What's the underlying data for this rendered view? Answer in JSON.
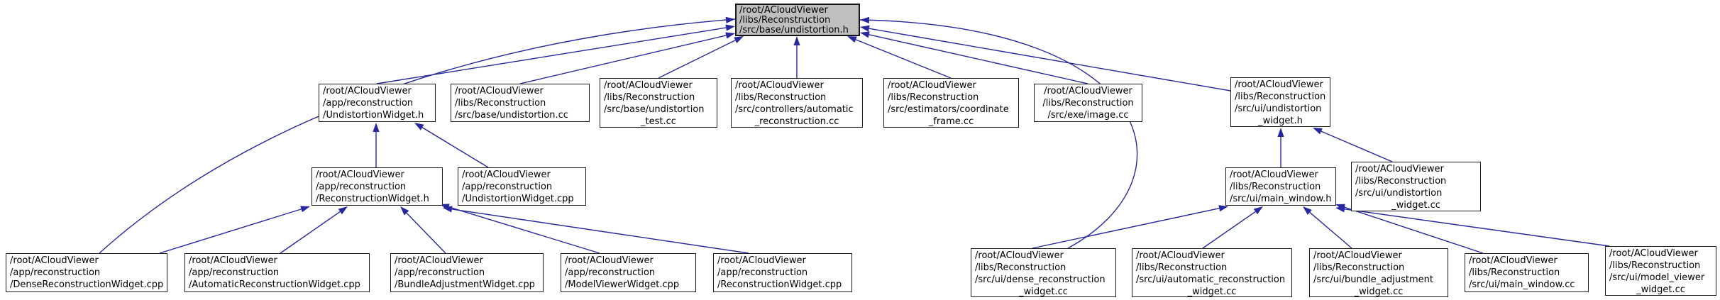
{
  "graph": {
    "kind": "include-dependency-graph",
    "colors": {
      "background": "#ffffff",
      "edge": "#27279f",
      "node_border": "#1c1c1c",
      "node_fill": "#ffffff",
      "root_node_fill": "#bfbfbf",
      "text": "#000000"
    },
    "nodes": [
      {
        "id": "undistortion_h",
        "highlighted": true,
        "lines": [
          "/root/ACloudViewer",
          "/libs/Reconstruction",
          "/src/base/undistortion.h"
        ]
      },
      {
        "id": "UndistortionWidget_h",
        "highlighted": false,
        "lines": [
          "/root/ACloudViewer",
          "/app/reconstruction",
          "/UndistortionWidget.h"
        ]
      },
      {
        "id": "undistortion_cc",
        "highlighted": false,
        "lines": [
          "/root/ACloudViewer",
          "/libs/Reconstruction",
          "/src/base/undistortion.cc"
        ]
      },
      {
        "id": "undistortion_test_cc",
        "highlighted": false,
        "lines": [
          "/root/ACloudViewer",
          "/libs/Reconstruction",
          "/src/base/undistortion",
          "_test.cc"
        ]
      },
      {
        "id": "automatic_reconstruction_cc",
        "highlighted": false,
        "lines": [
          "/root/ACloudViewer",
          "/libs/Reconstruction",
          "/src/controllers/automatic",
          "_reconstruction.cc"
        ]
      },
      {
        "id": "coordinate_frame_cc",
        "highlighted": false,
        "lines": [
          "/root/ACloudViewer",
          "/libs/Reconstruction",
          "/src/estimators/coordinate",
          "_frame.cc"
        ]
      },
      {
        "id": "image_cc",
        "highlighted": false,
        "lines": [
          "/root/ACloudViewer",
          "/libs/Reconstruction",
          "/src/exe/image.cc"
        ]
      },
      {
        "id": "ui_undistortion_widget_h",
        "highlighted": false,
        "lines": [
          "/root/ACloudViewer",
          "/libs/Reconstruction",
          "/src/ui/undistortion",
          "_widget.h"
        ]
      },
      {
        "id": "ReconstructionWidget_h",
        "highlighted": false,
        "lines": [
          "/root/ACloudViewer",
          "/app/reconstruction",
          "/ReconstructionWidget.h"
        ]
      },
      {
        "id": "UndistortionWidget_cpp",
        "highlighted": false,
        "lines": [
          "/root/ACloudViewer",
          "/app/reconstruction",
          "/UndistortionWidget.cpp"
        ]
      },
      {
        "id": "main_window_h",
        "highlighted": false,
        "lines": [
          "/root/ACloudViewer",
          "/libs/Reconstruction",
          "/src/ui/main_window.h"
        ]
      },
      {
        "id": "ui_undistortion_widget_cc",
        "highlighted": false,
        "lines": [
          "/root/ACloudViewer",
          "/libs/Reconstruction",
          "/src/ui/undistortion",
          "_widget.cc"
        ]
      },
      {
        "id": "DenseReconstructionWidget_cpp",
        "highlighted": false,
        "lines": [
          "/root/ACloudViewer",
          "/app/reconstruction",
          "/DenseReconstructionWidget.cpp"
        ]
      },
      {
        "id": "AutomaticReconstructionWidget_cpp",
        "highlighted": false,
        "lines": [
          "/root/ACloudViewer",
          "/app/reconstruction",
          "/AutomaticReconstructionWidget.cpp"
        ]
      },
      {
        "id": "BundleAdjustmentWidget_cpp",
        "highlighted": false,
        "lines": [
          "/root/ACloudViewer",
          "/app/reconstruction",
          "/BundleAdjustmentWidget.cpp"
        ]
      },
      {
        "id": "ModelViewerWidget_cpp",
        "highlighted": false,
        "lines": [
          "/root/ACloudViewer",
          "/app/reconstruction",
          "/ModelViewerWidget.cpp"
        ]
      },
      {
        "id": "ReconstructionWidget_cpp",
        "highlighted": false,
        "lines": [
          "/root/ACloudViewer",
          "/app/reconstruction",
          "/ReconstructionWidget.cpp"
        ]
      },
      {
        "id": "ui_dense_reconstruction_widget_cc",
        "highlighted": false,
        "lines": [
          "/root/ACloudViewer",
          "/libs/Reconstruction",
          "/src/ui/dense_reconstruction",
          "_widget.cc"
        ]
      },
      {
        "id": "ui_automatic_reconstruction_widget_cc",
        "highlighted": false,
        "lines": [
          "/root/ACloudViewer",
          "/libs/Reconstruction",
          "/src/ui/automatic_reconstruction",
          "_widget.cc"
        ]
      },
      {
        "id": "ui_bundle_adjustment_widget_cc",
        "highlighted": false,
        "lines": [
          "/root/ACloudViewer",
          "/libs/Reconstruction",
          "/src/ui/bundle_adjustment",
          "_widget.cc"
        ]
      },
      {
        "id": "main_window_cc",
        "highlighted": false,
        "lines": [
          "/root/ACloudViewer",
          "/libs/Reconstruction",
          "/src/ui/main_window.cc"
        ]
      },
      {
        "id": "ui_model_viewer_widget_cc",
        "highlighted": false,
        "lines": [
          "/root/ACloudViewer",
          "/libs/Reconstruction",
          "/src/ui/model_viewer",
          "_widget.cc"
        ]
      }
    ],
    "edges": [
      {
        "from": "UndistortionWidget_h",
        "to": "undistortion_h"
      },
      {
        "from": "undistortion_cc",
        "to": "undistortion_h"
      },
      {
        "from": "undistortion_test_cc",
        "to": "undistortion_h"
      },
      {
        "from": "automatic_reconstruction_cc",
        "to": "undistortion_h"
      },
      {
        "from": "coordinate_frame_cc",
        "to": "undistortion_h"
      },
      {
        "from": "image_cc",
        "to": "undistortion_h"
      },
      {
        "from": "ui_undistortion_widget_h",
        "to": "undistortion_h"
      },
      {
        "from": "DenseReconstructionWidget_cpp",
        "to": "undistortion_h"
      },
      {
        "from": "ui_dense_reconstruction_widget_cc",
        "to": "undistortion_h"
      },
      {
        "from": "ReconstructionWidget_h",
        "to": "UndistortionWidget_h"
      },
      {
        "from": "UndistortionWidget_cpp",
        "to": "UndistortionWidget_h"
      },
      {
        "from": "DenseReconstructionWidget_cpp",
        "to": "ReconstructionWidget_h"
      },
      {
        "from": "AutomaticReconstructionWidget_cpp",
        "to": "ReconstructionWidget_h"
      },
      {
        "from": "BundleAdjustmentWidget_cpp",
        "to": "ReconstructionWidget_h"
      },
      {
        "from": "ModelViewerWidget_cpp",
        "to": "ReconstructionWidget_h"
      },
      {
        "from": "ReconstructionWidget_cpp",
        "to": "ReconstructionWidget_h"
      },
      {
        "from": "main_window_h",
        "to": "ui_undistortion_widget_h"
      },
      {
        "from": "ui_undistortion_widget_cc",
        "to": "ui_undistortion_widget_h"
      },
      {
        "from": "ui_dense_reconstruction_widget_cc",
        "to": "main_window_h"
      },
      {
        "from": "ui_automatic_reconstruction_widget_cc",
        "to": "main_window_h"
      },
      {
        "from": "ui_bundle_adjustment_widget_cc",
        "to": "main_window_h"
      },
      {
        "from": "main_window_cc",
        "to": "main_window_h"
      },
      {
        "from": "ui_model_viewer_widget_cc",
        "to": "main_window_h"
      }
    ]
  }
}
